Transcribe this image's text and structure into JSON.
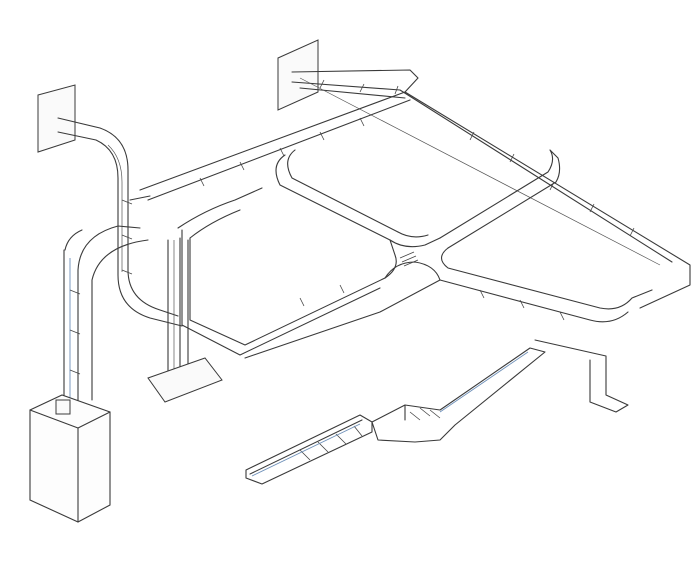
{
  "diagram": {
    "kind": "isometric cable tray system",
    "components": [
      "wall-plate-left",
      "wall-plate-top",
      "main-tray-diagonal",
      "upper-loop",
      "right-loop",
      "cross-junction",
      "vertical-riser-bend",
      "vertical-drop-to-cabinet",
      "floor-support-column",
      "floor-base-plate",
      "electrical-cabinet",
      "lower-branch-tray",
      "reducer-section"
    ],
    "colors": {
      "line": "#3a3a3a",
      "accent": "#6d8fb8",
      "background": "#ffffff"
    }
  }
}
